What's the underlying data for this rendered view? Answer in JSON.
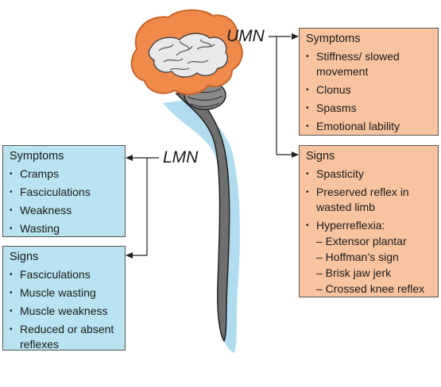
{
  "umn": {
    "label": "UMN",
    "symptoms": {
      "title": "Symptoms",
      "items": [
        "Stiffness/ slowed movement",
        "Clonus",
        "Spasms",
        "Emotional lability"
      ]
    },
    "signs": {
      "title": "Signs",
      "items": [
        "Spasticity",
        "Preserved reflex in wasted limb",
        "Hyperreflexia:"
      ],
      "sub_items": [
        "– Extensor plantar",
        "– Hoffman’s sign",
        "– Brisk jaw jerk",
        "– Crossed knee reflex"
      ]
    }
  },
  "lmn": {
    "label": "LMN",
    "symptoms": {
      "title": "Symptoms",
      "items": [
        "Cramps",
        "Fasciculations",
        "Weakness",
        "Wasting"
      ]
    },
    "signs": {
      "title": "Signs",
      "items": [
        "Fasciculations",
        "Muscle wasting",
        "Muscle weakness",
        "Reduced or absent reflexes"
      ]
    }
  },
  "colors": {
    "umn_box": "#f8c39f",
    "lmn_box": "#b9e3f0",
    "brain": "#f08a4b",
    "spine_blue": "#a8d8ee",
    "spine_grey": "#6f6f6f"
  },
  "icons": [
    "brain-illustration",
    "spinal-cord-illustration"
  ]
}
